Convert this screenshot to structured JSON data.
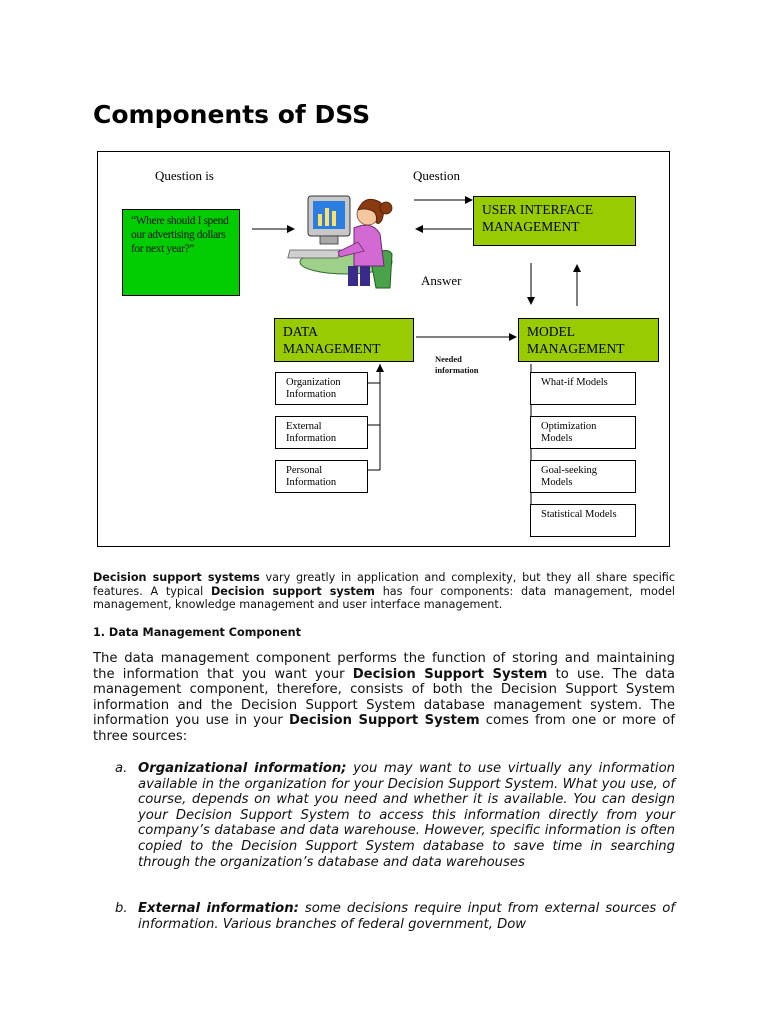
{
  "page_title": "Components of DSS",
  "diagram": {
    "question_is_label": "Question is",
    "question_label": "Question",
    "answer_label": "Answer",
    "quote_text": "“Where should I spend our advertising dollars for next year?”",
    "ui_box": "USER INTERFACE MANAGEMENT",
    "data_box": "DATA MANAGEMENT",
    "model_box": "MODEL MANAGEMENT",
    "needed_info": "Needed information",
    "data_sources": [
      "Organization Information",
      "External Information",
      "Personal Information"
    ],
    "models": [
      "What-if Models",
      "Optimization Models",
      "Goal-seeking Models",
      "Statistical Models"
    ],
    "colors": {
      "green_box": "#99cc00",
      "quote_box": "#00cc00"
    }
  },
  "intro": {
    "b1": "Decision support systems",
    "t1": " vary greatly in application and complexity, but they all share specific features. A typical ",
    "b2": "Decision support system",
    "t2": " has four components: data management, model management, knowledge management and user interface management."
  },
  "section1_heading": "1. Data Management Component",
  "section1": {
    "t1": "The data management component performs the function of storing and maintaining the information that you want your ",
    "b1": "Decision Support System",
    "t2": " to use. The data management component, therefore, consists of both the Decision Support System information and the Decision Support System database management system. The information you use in your ",
    "b2": "Decision Support System",
    "t3": " comes from one or more of three sources:"
  },
  "list": [
    {
      "marker": "a.",
      "term": "Organizational information;",
      "text": " you may want to use virtually any information available in the organization for your Decision Support System. What you use, of course, depends on what you need and whether it is available. You can design your Decision Support System to access this information directly from your company’s database and data warehouse. However, specific information is often copied to the Decision Support System database to save time in searching through the organization’s database and data warehouses"
    },
    {
      "marker": "b.",
      "term": "External information:",
      "text": " some decisions require input from external sources of information. Various branches of federal government, Dow"
    }
  ]
}
